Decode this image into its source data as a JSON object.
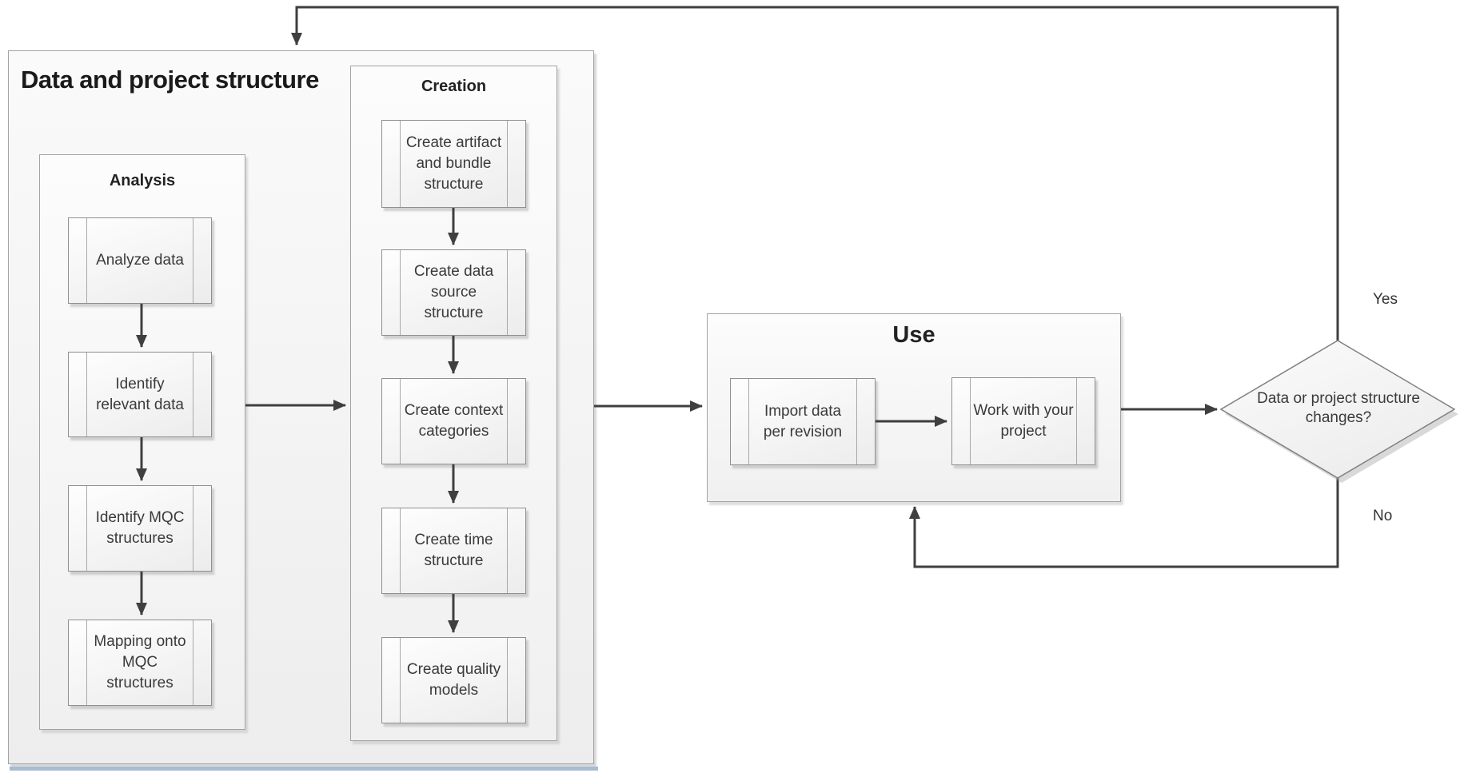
{
  "diagram": {
    "outer": {
      "title": "Data and project structure"
    },
    "analysis": {
      "title": "Analysis",
      "steps": [
        "Analyze data",
        "Identify relevant data",
        "Identify MQC structures",
        "Mapping onto MQC structures"
      ]
    },
    "creation": {
      "title": "Creation",
      "steps": [
        "Create artifact and bundle structure",
        "Create data source structure",
        "Create context categories",
        "Create time structure",
        "Create quality models"
      ]
    },
    "use": {
      "title": "Use",
      "steps": [
        "Import data per revision",
        "Work with your project"
      ]
    },
    "decision": {
      "question": "Data or project structure changes?",
      "yes": "Yes",
      "no": "No"
    },
    "colors": {
      "connector": "#3f3f3f",
      "box_border": "#8f8f8f",
      "container_border": "#a3a3a3",
      "diamond_border": "#7f7f7f",
      "text": "#333333"
    }
  }
}
